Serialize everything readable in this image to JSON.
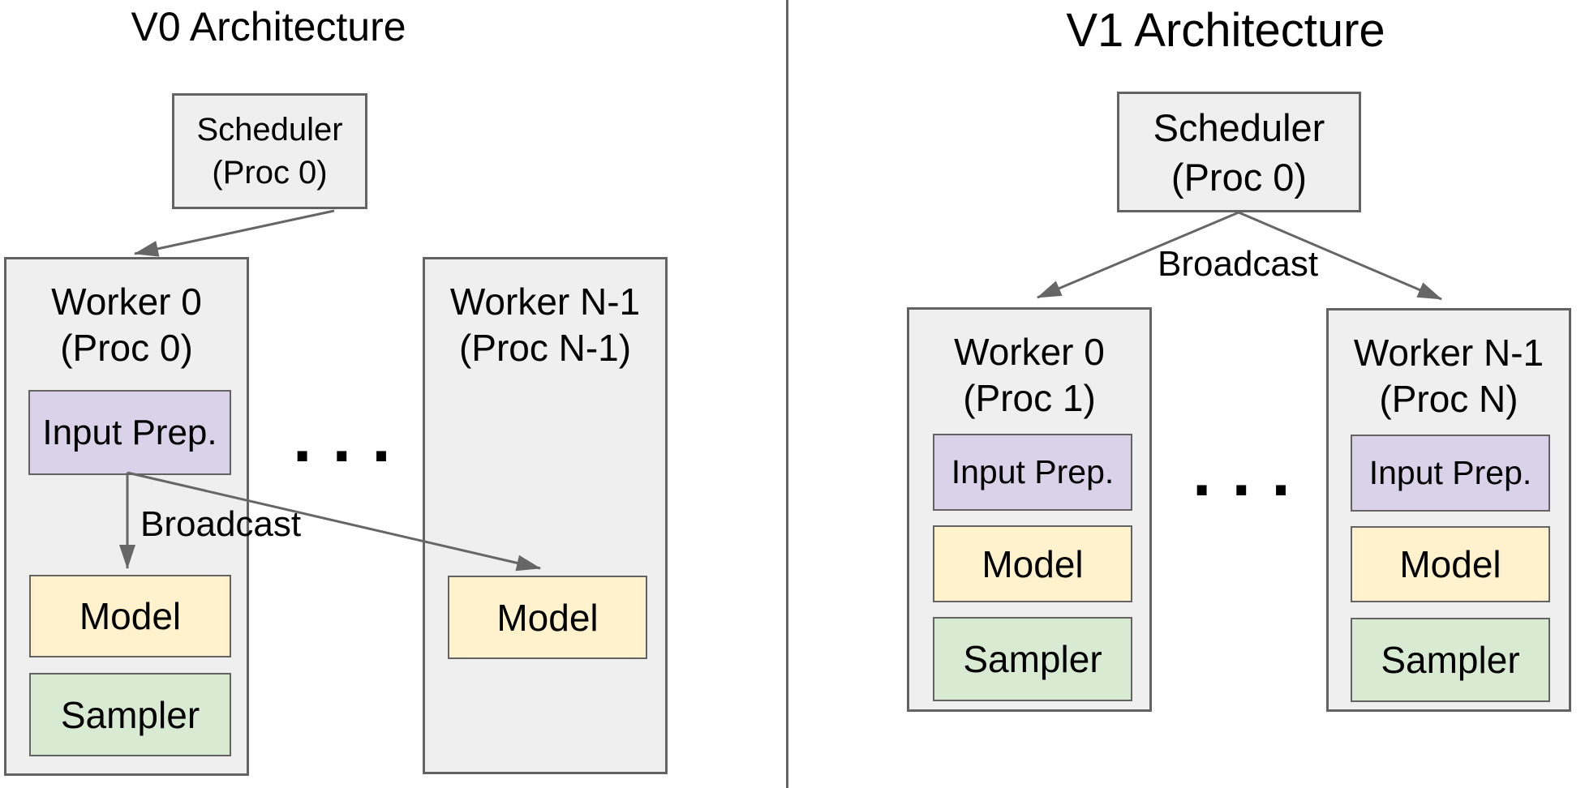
{
  "colors": {
    "gray": "#efefef",
    "purple": "#d9d2e9",
    "yellow": "#fff2cc",
    "green": "#d9ead3",
    "border": "#636363",
    "arrow": "#666666",
    "ink": "#000000",
    "bg": "#ffffff"
  },
  "v0": {
    "title": "V0 Architecture",
    "scheduler": {
      "name": "Scheduler",
      "proc": "(Proc 0)"
    },
    "broadcast": "Broadcast",
    "ellipsis": ". . .",
    "worker0": {
      "name": "Worker 0",
      "proc": "(Proc 0)",
      "input_prep": "Input Prep.",
      "model": "Model",
      "sampler": "Sampler"
    },
    "workerN": {
      "name": "Worker N-1",
      "proc": "(Proc N-1)",
      "model": "Model"
    }
  },
  "v1": {
    "title": "V1 Architecture",
    "scheduler": {
      "name": "Scheduler",
      "proc": "(Proc 0)"
    },
    "broadcast": "Broadcast",
    "ellipsis": ". . .",
    "worker0": {
      "name": "Worker 0",
      "proc": "(Proc 1)",
      "input_prep": "Input Prep.",
      "model": "Model",
      "sampler": "Sampler"
    },
    "workerN": {
      "name": "Worker N-1",
      "proc": "(Proc N)",
      "input_prep": "Input Prep.",
      "model": "Model",
      "sampler": "Sampler"
    }
  }
}
